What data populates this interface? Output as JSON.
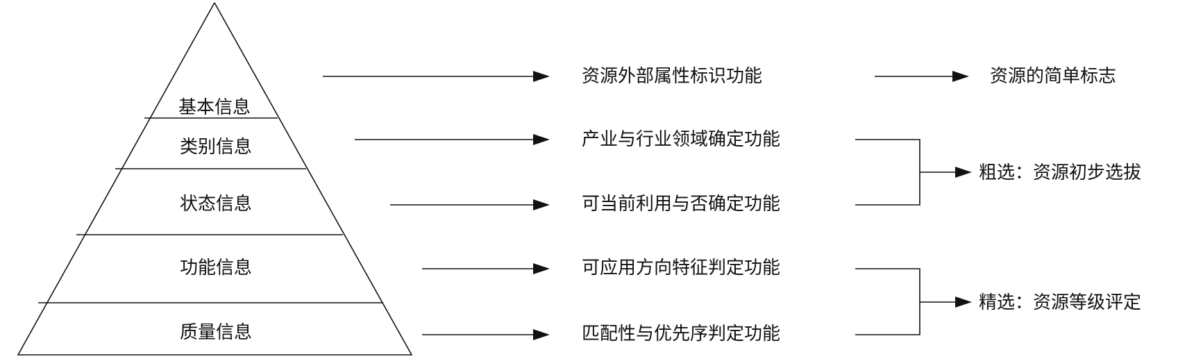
{
  "pyramid": {
    "layers": [
      "基本信息",
      "类别信息",
      "状态信息",
      "功能信息",
      "质量信息"
    ]
  },
  "functions": [
    "资源外部属性标识功能",
    "产业与行业领域确定功能",
    "可当前利用与否确定功能",
    "可应用方向特征判定功能",
    "匹配性与优先序判定功能"
  ],
  "outcomes": {
    "simple_mark": "资源的简单标志",
    "rough_selection": "粗选：资源初步选拔",
    "fine_selection": "精选：资源等级评定"
  }
}
